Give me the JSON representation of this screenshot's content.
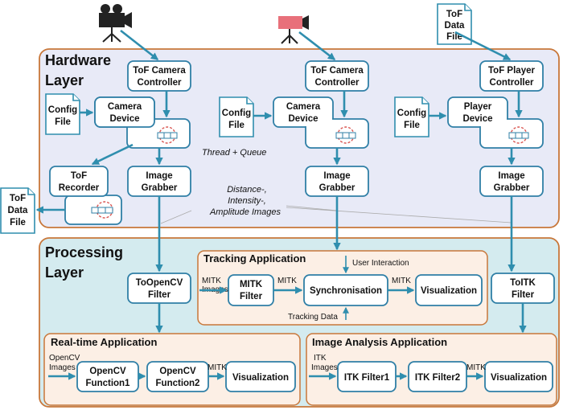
{
  "layers": {
    "hardware": "Hardware Layer",
    "processing": "Processing Layer"
  },
  "nodes": {
    "tof_data_file_top": "ToF Data File",
    "tof_cam_ctrl_1": "ToF Camera Controller",
    "tof_cam_ctrl_2": "ToF Camera Controller",
    "tof_player_ctrl": "ToF Player Controller",
    "config_file_1": "Config File",
    "config_file_2": "Config File",
    "config_file_3": "Config File",
    "camera_device_1": "Camera Device",
    "camera_device_2": "Camera Device",
    "player_device": "Player Device",
    "tof_recorder": "ToF Recorder",
    "image_grabber_1": "Image Grabber",
    "image_grabber_2": "Image Grabber",
    "image_grabber_3": "Image Grabber",
    "tof_data_file_left": "ToF Data File",
    "toopencv_filter": "ToOpenCV Filter",
    "toitk_filter": "ToITK Filter",
    "mitk_filter": "MITK Filter",
    "synchronisation": "Synchronisation",
    "visualization_tracking": "Visualization",
    "opencv_function1": "OpenCV Function1",
    "opencv_function2": "OpenCV Function2",
    "visualization_realtime": "Visualization",
    "itk_filter1": "ITK Filter1",
    "itk_filter2": "ITK Filter2",
    "visualization_analysis": "Visualization"
  },
  "groups": {
    "tracking": "Tracking Application",
    "realtime": "Real-time Application",
    "analysis": "Image Analysis Application"
  },
  "annotations": {
    "thread_queue": "Thread + Queue",
    "images_types": "Distance-, Intensity-, Amplitude Images",
    "user_interaction": "User Interaction",
    "tracking_data": "Tracking Data",
    "mitk_images": "MITK Images",
    "mitk_1": "MITK",
    "mitk_2": "MITK",
    "mitk_3": "MITK",
    "mitk_4": "MITK",
    "opencv_images": "OpenCV Images",
    "itk_images": "ITK Images"
  },
  "colors": {
    "hardware_bg": "#e8eaf7",
    "processing_bg": "#d4ebef",
    "layer_border": "#c8773a",
    "group_bg": "#fcefe5",
    "edge": "#2f8eae",
    "node_border": "#2f7fa6",
    "camera_dark": "#222222",
    "camera_red": "#e8707a",
    "queue_circle": "#d9534f"
  },
  "icons": [
    "camera-icon",
    "document-icon",
    "queue-icon"
  ]
}
